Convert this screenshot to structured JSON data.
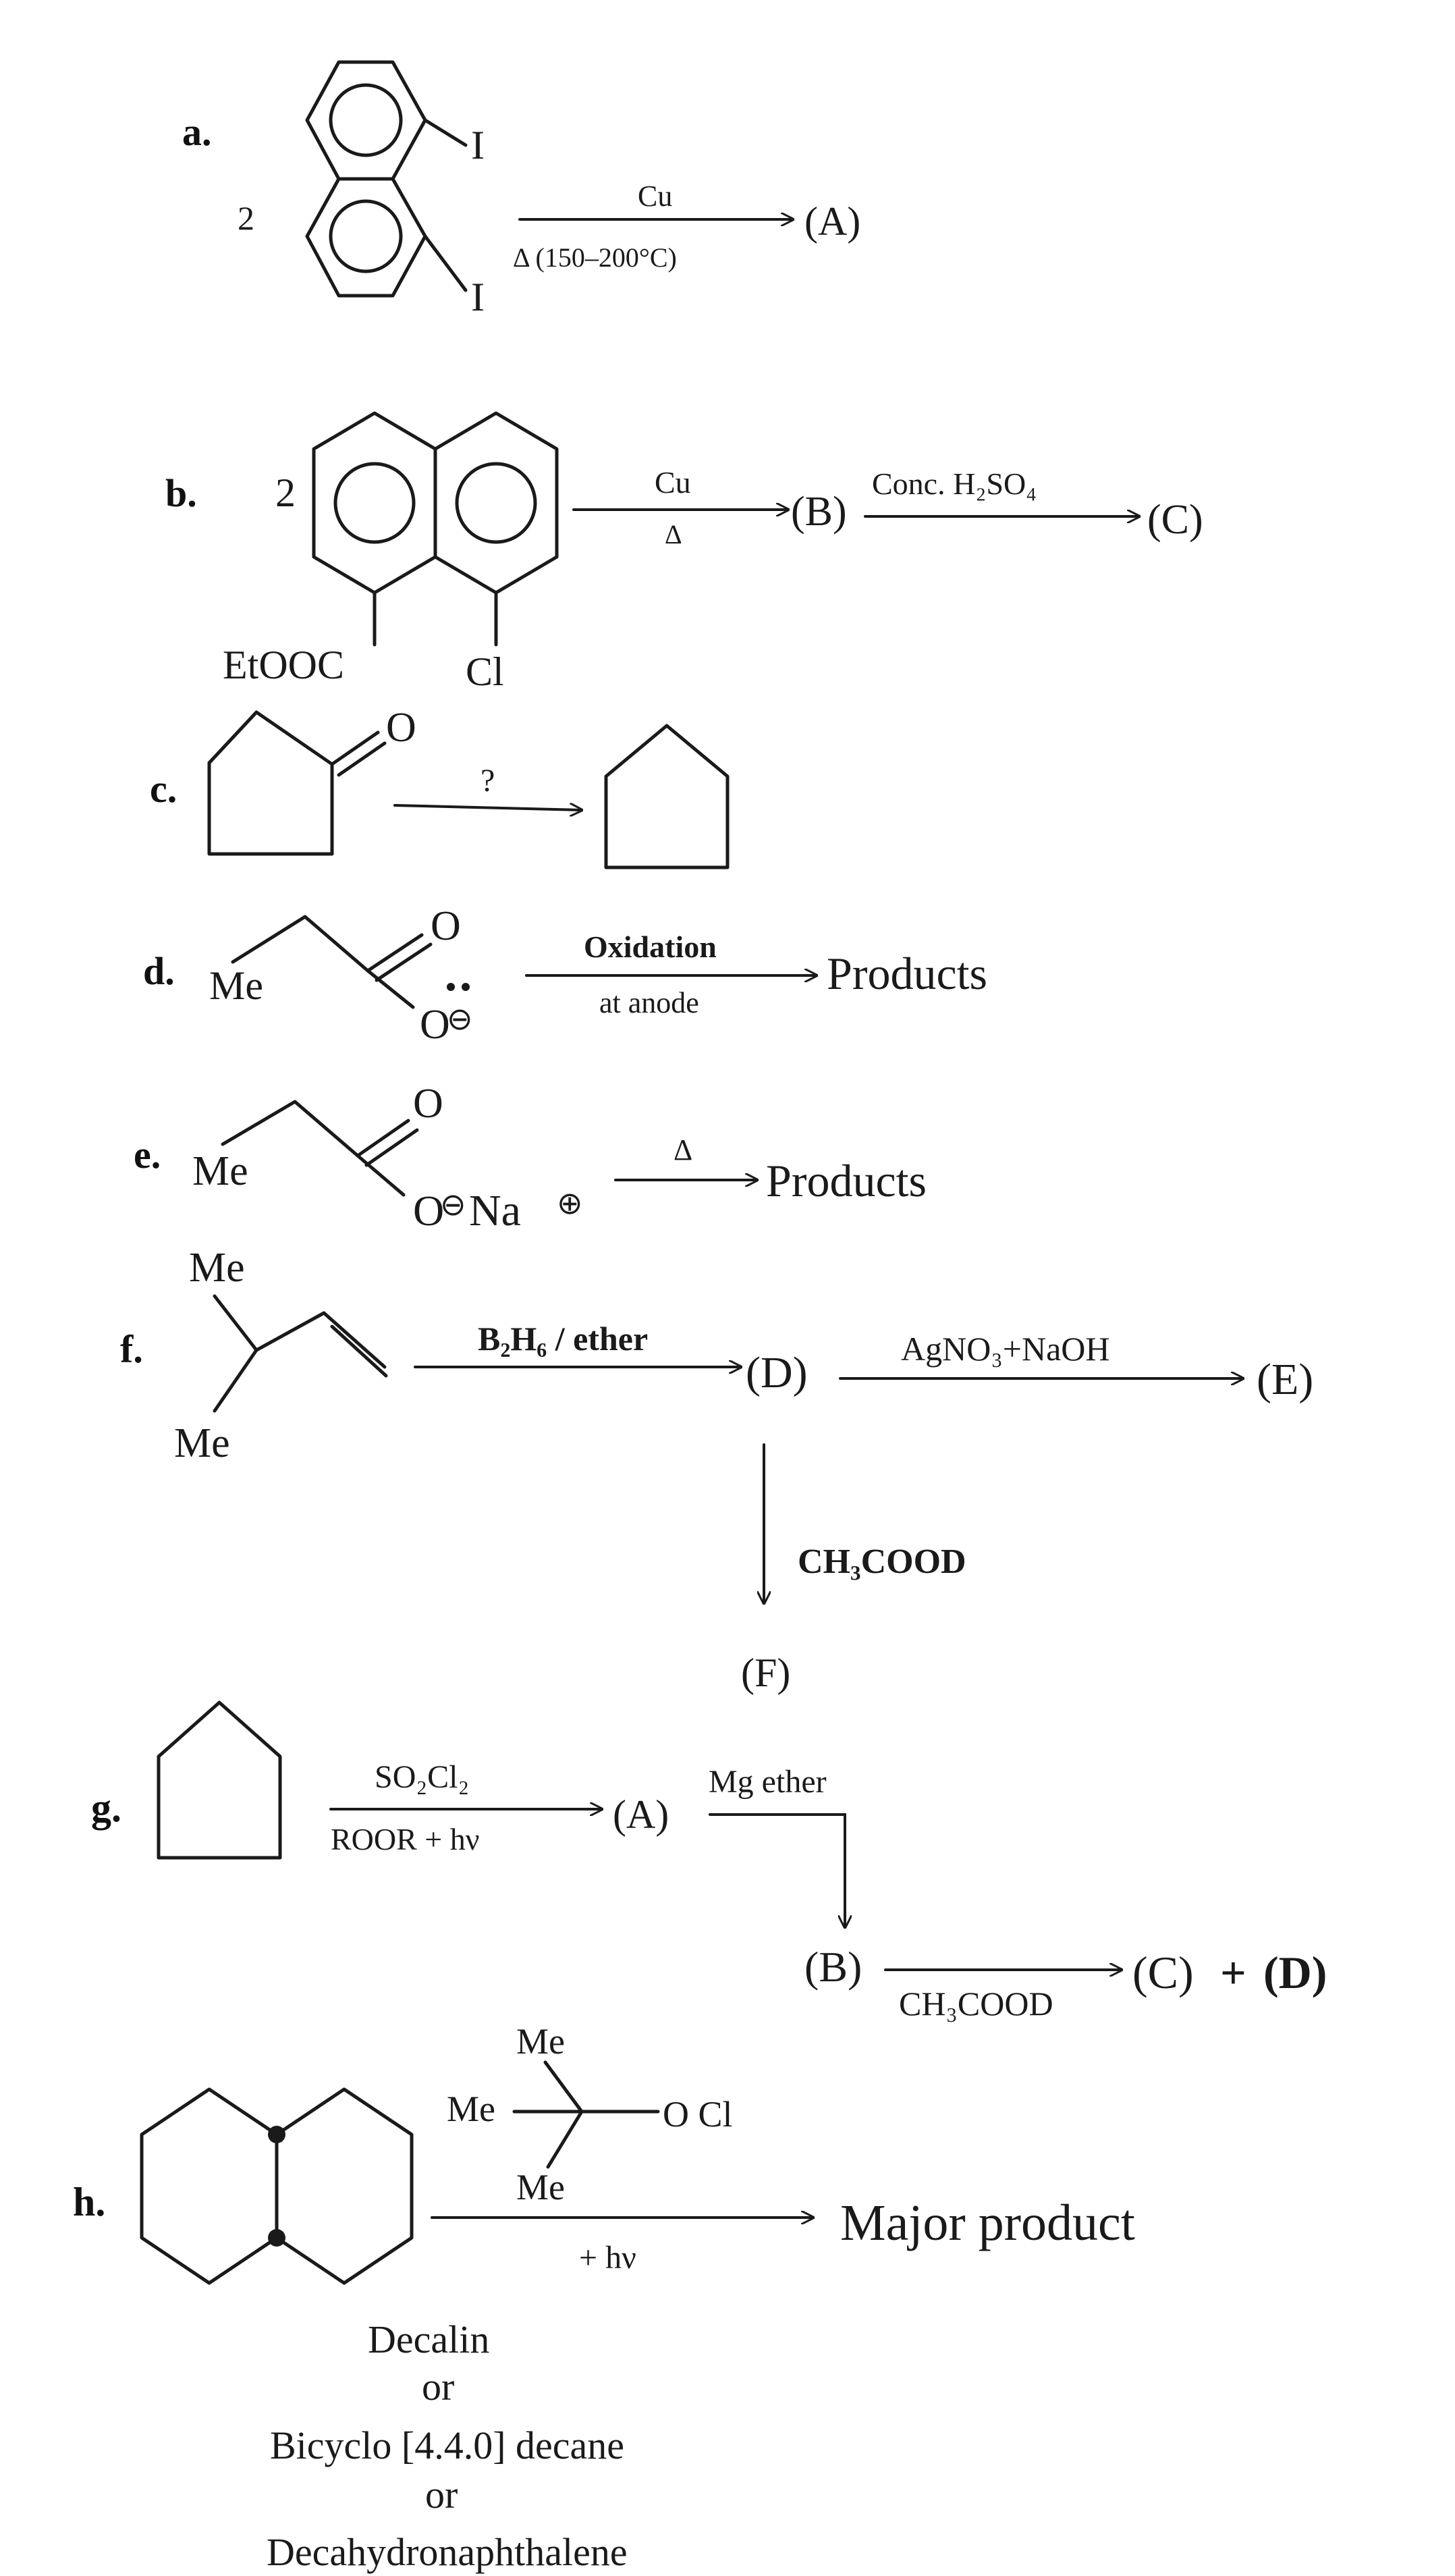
{
  "reactions": {
    "a": {
      "label": "a.",
      "coefficient": "2",
      "substituent_1": "I",
      "substituent_2": "I",
      "reagent": "Cu",
      "condition": "Δ (150–200°C)",
      "product": "(A)"
    },
    "b": {
      "label": "b.",
      "coefficient": "2",
      "substituent_ester": "EtOOC",
      "substituent_halogen": "Cl",
      "reagent_1": "Cu",
      "condition_1": "Δ",
      "intermediate": "(B)",
      "reagent_2": "Conc. H₂SO₄",
      "product": "(C)"
    },
    "c": {
      "label": "c.",
      "oxygen": "O",
      "reagent": "?"
    },
    "d": {
      "label": "d.",
      "methyl": "Me",
      "oxygen": "O",
      "anion_oxygen": "O",
      "anion_charge": "⊖",
      "reagent": "Oxidation",
      "condition": "at anode",
      "product": "Products"
    },
    "e": {
      "label": "e.",
      "methyl": "Me",
      "oxygen": "O",
      "anion_oxygen": "O",
      "anion_charge": "⊖",
      "cation": "Na",
      "cation_charge": "⊕",
      "condition": "Δ",
      "product": "Products"
    },
    "f": {
      "label": "f.",
      "methyl_top": "Me",
      "methyl_bottom": "Me",
      "reagent_1": "B₂H₆ / ether",
      "intermediate": "(D)",
      "reagent_2": "AgNO₃+NaOH",
      "product_1": "(E)",
      "reagent_3": "CH₃COOD",
      "product_2": "(F)"
    },
    "g": {
      "label": "g.",
      "reagent_1": "SO₂Cl₂",
      "condition_1": "ROOR + hν",
      "intermediate_1": "(A)",
      "reagent_2": "Mg ether",
      "intermediate_2": "(B)",
      "reagent_3": "CH₃COOD",
      "product_1": "(C)",
      "plus": "+",
      "product_2": "(D)"
    },
    "h": {
      "label": "h.",
      "reagent_me_top": "Me",
      "reagent_me_left": "Me",
      "reagent_me_bottom": "Me",
      "reagent_ocl": "O Cl",
      "condition": "+ hν",
      "product": "Major product",
      "name_1": "Decalin",
      "or_1": "or",
      "name_2": "Bicyclo [4.4.0] decane",
      "or_2": "or",
      "name_3": "Decahydronaphthalene"
    }
  }
}
